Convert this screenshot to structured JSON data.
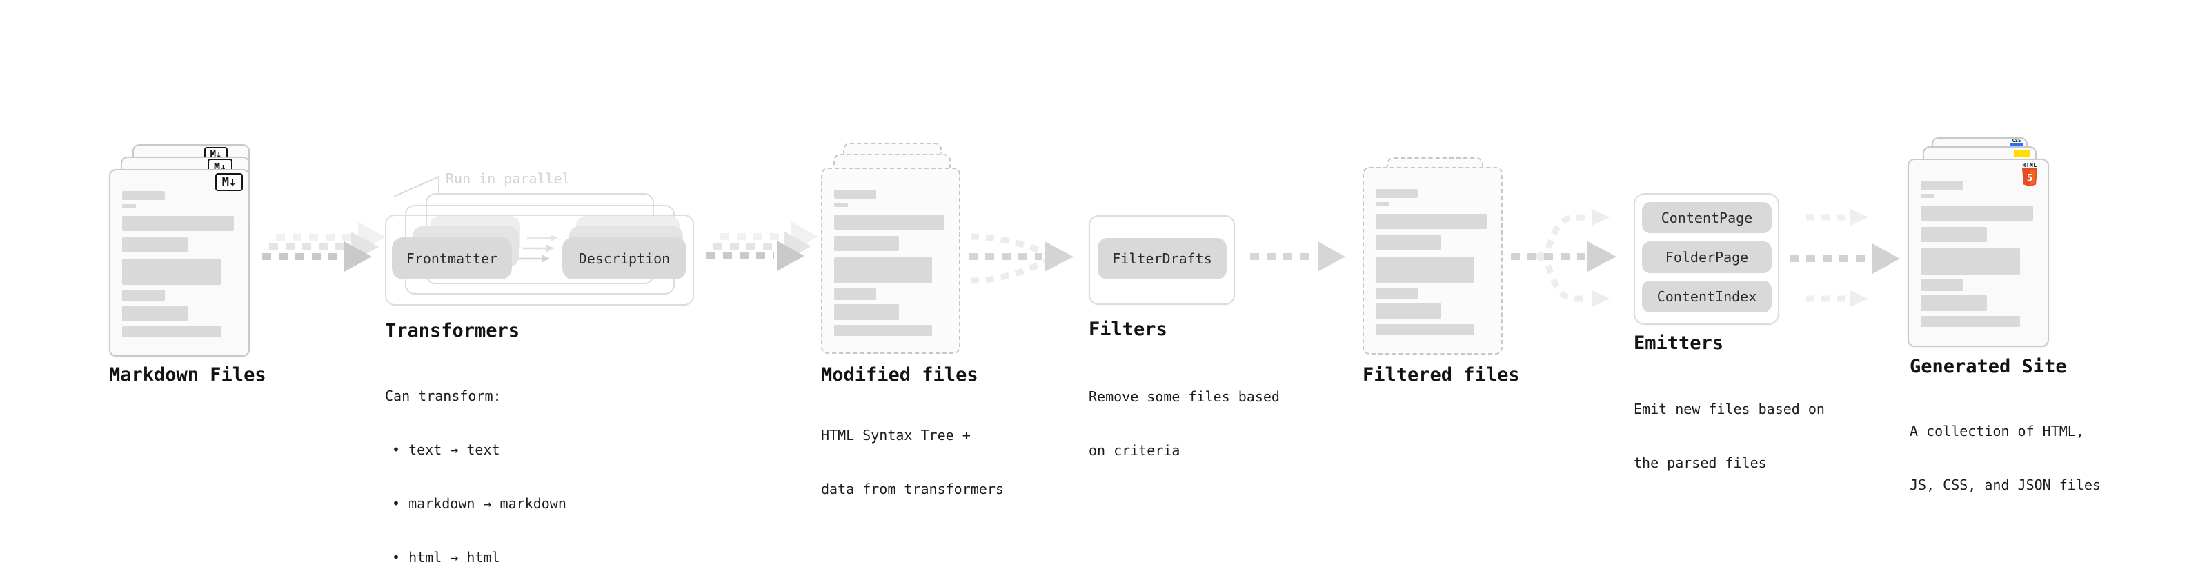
{
  "colors": {
    "doc_fill": "#fafafa",
    "doc_border": "#c9c9c9",
    "bar_gray": "#d9d9d9",
    "chip_gray": "#d9d9d9",
    "arrow_dark": "#c9c9c9",
    "arrow_mid": "#e2e2e2",
    "arrow_faint": "#f0f0f0",
    "muted_text": "#d2d2d2",
    "html5_orange": "#E44D26",
    "html5_orange_light": "#F16529",
    "js_yellow": "#FFDE00",
    "css_blue": "#2F6BFF"
  },
  "skeleton": {
    "bars": [
      {
        "w": 37,
        "h": 13,
        "mb": 6
      },
      {
        "w": 12,
        "h": 6,
        "mb": 11
      },
      {
        "w": 97,
        "h": 22,
        "mb": 9
      },
      {
        "w": 57,
        "h": 22,
        "mb": 9
      },
      {
        "w": 86,
        "h": 38,
        "mb": 7
      },
      {
        "w": 37,
        "h": 17,
        "mb": 6
      },
      {
        "w": 57,
        "h": 23,
        "mb": 7
      },
      {
        "w": 86,
        "h": 16,
        "mb": 0
      }
    ]
  },
  "stages": {
    "markdown": {
      "title": "Markdown Files",
      "badge": "M↓"
    },
    "transformers": {
      "title": "Transformers",
      "callout": "Run in parallel",
      "chips": [
        "Frontmatter",
        "Description"
      ],
      "desc_heading": "Can transform:",
      "bullets": [
        "• text → text",
        "• markdown → markdown",
        "• html → html"
      ]
    },
    "modified": {
      "title": "Modified files",
      "desc_line1": "HTML Syntax Tree +",
      "desc_line2": "data from transformers"
    },
    "filters": {
      "title": "Filters",
      "chip": "FilterDrafts",
      "desc_line1": "Remove some files based",
      "desc_line2": "on criteria"
    },
    "filtered": {
      "title": "Filtered files"
    },
    "emitters": {
      "title": "Emitters",
      "chips": [
        "ContentPage",
        "FolderPage",
        "ContentIndex"
      ],
      "desc_line1": "Emit new files based on",
      "desc_line2": "the parsed files"
    },
    "generated": {
      "title": "Generated Site",
      "desc_line1": "A collection of HTML,",
      "desc_line2": "JS, CSS, and JSON files",
      "badges": {
        "html_label": "HTML",
        "html_number": "5",
        "css_label": "CSS"
      }
    }
  }
}
